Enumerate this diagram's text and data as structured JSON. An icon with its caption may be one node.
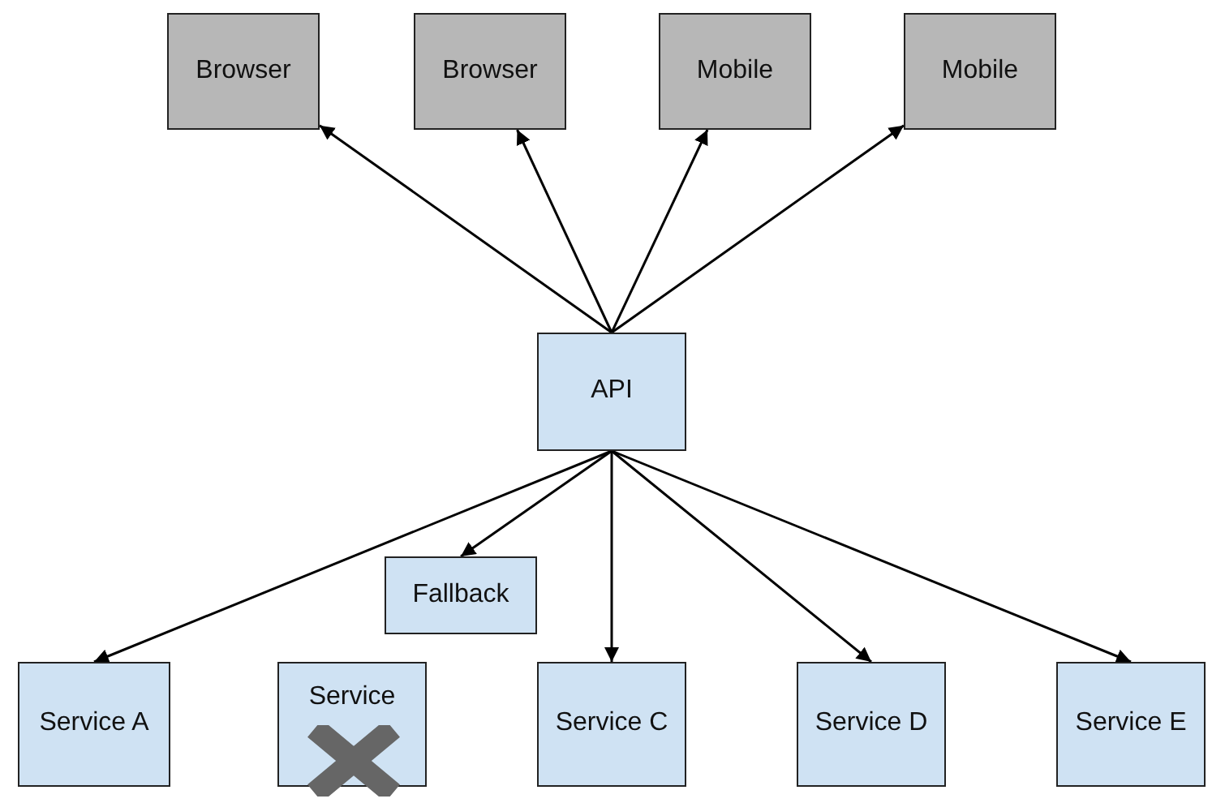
{
  "diagram": {
    "nodes": [
      {
        "text": [
          "Browser"
        ]
      },
      {
        "text": [
          "Browser"
        ]
      },
      {
        "text": [
          "Mobile"
        ]
      },
      {
        "text": [
          "Mobile"
        ]
      },
      {
        "text": [
          "API"
        ]
      },
      {
        "text": [
          "Fallback"
        ]
      },
      {
        "text": [
          "Service A"
        ]
      },
      {
        "text": [
          "Service"
        ]
      },
      {
        "text": [
          "Service C"
        ]
      },
      {
        "text": [
          "Service D"
        ]
      },
      {
        "text": [
          "Service E"
        ]
      }
    ],
    "edges": [
      {
        "from": 4,
        "to": 0,
        "arrow": "to"
      },
      {
        "from": 4,
        "to": 1,
        "arrow": "to"
      },
      {
        "from": 4,
        "to": 2,
        "arrow": "to"
      },
      {
        "from": 4,
        "to": 3,
        "arrow": "to"
      },
      {
        "from": 4,
        "to": 5,
        "arrow": "to"
      },
      {
        "from": 4,
        "to": 6,
        "arrow": "to"
      },
      {
        "from": 4,
        "to": 8,
        "arrow": "to"
      },
      {
        "from": 4,
        "to": 9,
        "arrow": "to"
      },
      {
        "from": 4,
        "to": 10,
        "arrow": "to"
      }
    ]
  }
}
